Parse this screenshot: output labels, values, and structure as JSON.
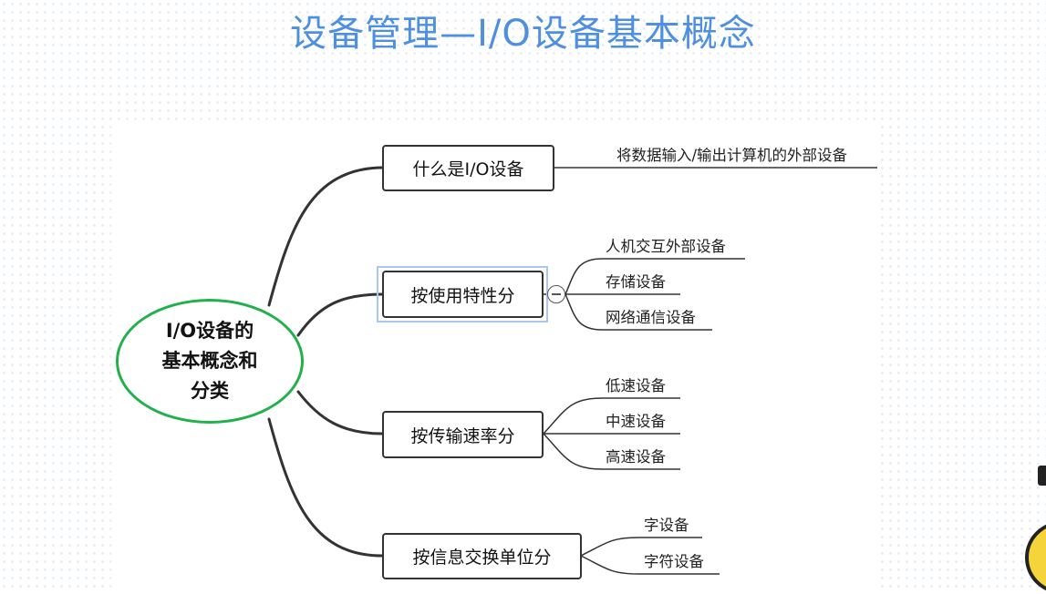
{
  "title": "设备管理—I/O设备基本概念",
  "root": "I/O设备的基本概念和分类",
  "branches": [
    {
      "label": "什么是I/O设备",
      "leaves": [
        "将数据输入/输出计算机的外部设备"
      ]
    },
    {
      "label": "按使用特性分",
      "leaves": [
        "人机交互外部设备",
        "存储设备",
        "网络通信设备"
      ]
    },
    {
      "label": "按传输速率分",
      "leaves": [
        "低速设备",
        "中速设备",
        "高速设备"
      ]
    },
    {
      "label": "按信息交换单位分",
      "leaves": [
        "字设备",
        "字符设备"
      ]
    }
  ],
  "colors": {
    "title": "#4f8fe0",
    "root_border": "#21b04b",
    "line": "#333333",
    "selection": "#a9c8ef"
  }
}
